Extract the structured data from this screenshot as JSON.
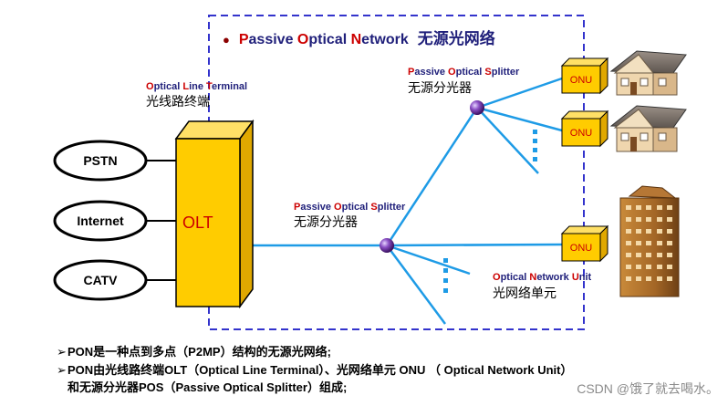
{
  "title": {
    "bullet_symbol": "●",
    "p1_letter": "P",
    "p1_rest": "assive ",
    "p2_letter": "O",
    "p2_rest": "ptical ",
    "p3_letter": "N",
    "p3_rest": "etwork",
    "zh": "无源光网络"
  },
  "olt_label": {
    "l1": "O",
    "r1": "ptical ",
    "l2": "L",
    "r2": "ine ",
    "l3": "T",
    "r3": "erminal",
    "zh": "光线路终端"
  },
  "olt_box_text": "OLT",
  "services": [
    "PSTN",
    "Internet",
    "CATV"
  ],
  "splitter_top": {
    "l1": "P",
    "r1": "assive ",
    "l2": "O",
    "r2": "ptical ",
    "l3": "S",
    "r3": "plitter",
    "zh": "无源分光器"
  },
  "splitter_mid": {
    "l1": "P",
    "r1": "assive ",
    "l2": "O",
    "r2": "ptical ",
    "l3": "S",
    "r3": "plitter",
    "zh": "无源分光器"
  },
  "onu_label": {
    "l1": "O",
    "r1": "ptical ",
    "l2": "N",
    "r2": "etwork ",
    "l3": "U",
    "r3": "nit",
    "zh": "光网络单元"
  },
  "onu_box_text": "ONU",
  "bullets": {
    "marker": "➢",
    "line1": "PON是一种点到多点（P2MP）结构的无源光网络;",
    "line2": "PON由光线路终端OLT（Optical Line Terminal）、光网络单元 ONU （ Optical Network Unit）",
    "line3": "和无源分光器POS（Passive Optical Splitter）组成;"
  },
  "watermark": "CSDN @饿了就去喝水。",
  "colors": {
    "fiber": "#1e9be6",
    "dashed_border": "#3333cc",
    "olt_fill": "#ffcc00",
    "accent_red": "#cc0000",
    "label_navy": "#1f1f7a"
  }
}
